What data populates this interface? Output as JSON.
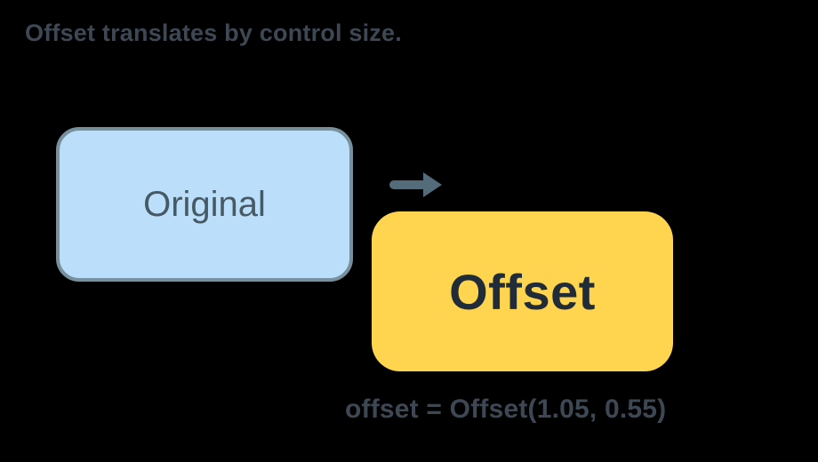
{
  "colors": {
    "background": "#000000",
    "title_text": "#3E4754",
    "original_fill": "#BBDEFB",
    "original_border": "#78909C",
    "original_text": "#455A64",
    "offset_fill": "#FFD44F",
    "offset_text": "#202C38",
    "arrow": "#546B7A",
    "caption_text": "#3E4754"
  },
  "title": "Offset translates by control size.",
  "diagram": {
    "original_label": "Original",
    "offset_label": "Offset",
    "arrow_icon": "right-arrow-icon",
    "caption": "offset = Offset(1.05, 0.55)"
  }
}
